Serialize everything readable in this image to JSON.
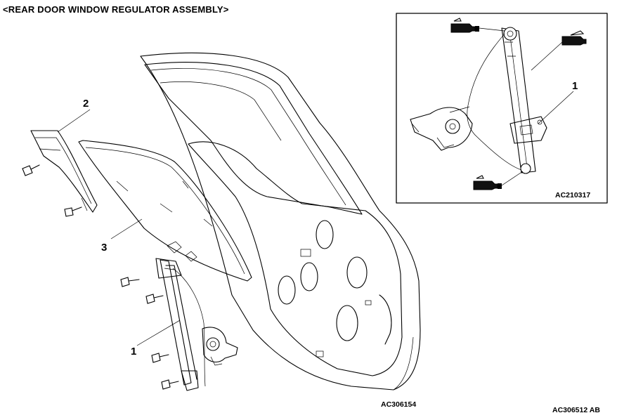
{
  "title": "<REAR DOOR WINDOW REGULATOR ASSEMBLY>",
  "figure_code_main": "AC306154",
  "figure_code_inset": "AC210317",
  "figure_code_page": "AC306512 AB",
  "callouts": {
    "main_regulator": "1",
    "main_channel": "2",
    "main_glass": "3",
    "inset_regulator": "1"
  },
  "inset": {
    "grease_icon": "grease-tube-icon"
  }
}
